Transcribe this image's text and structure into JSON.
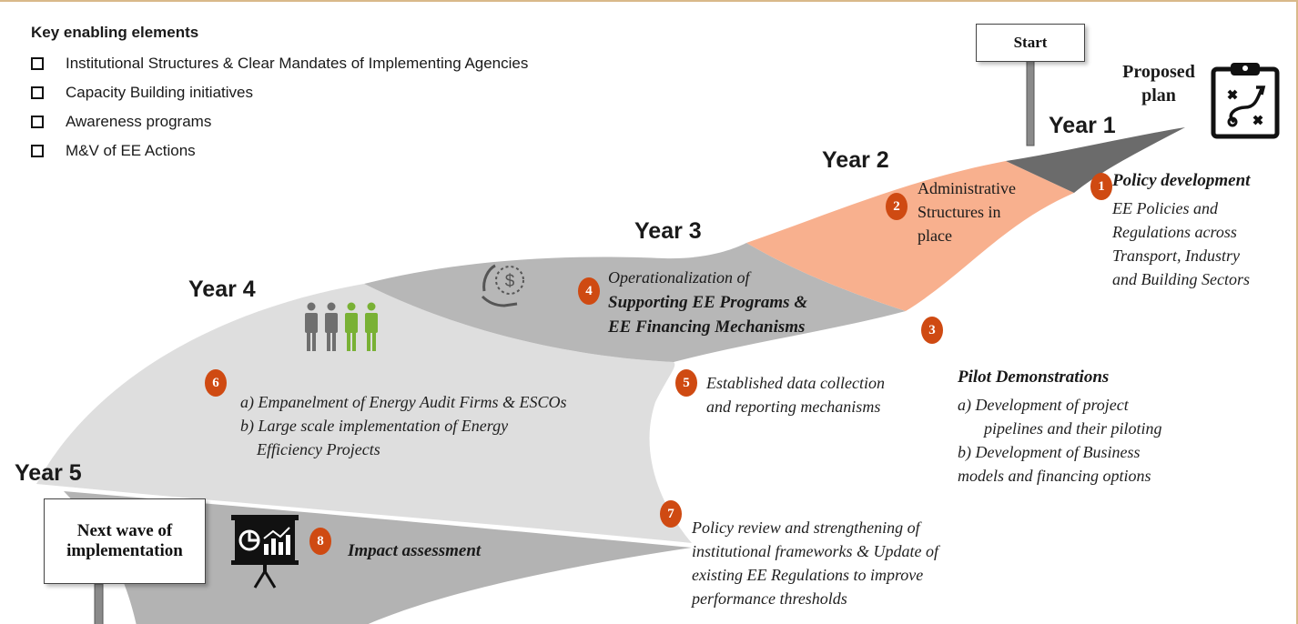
{
  "key_elements": {
    "title": "Key enabling elements",
    "items": [
      "Institutional Structures & Clear Mandates of Implementing Agencies",
      "Capacity Building initiatives",
      "Awareness programs",
      "M&V of EE Actions"
    ]
  },
  "start_sign": "Start",
  "proposed_plan": {
    "line1": "Proposed",
    "line2": "plan"
  },
  "years": {
    "y1": "Year 1",
    "y2": "Year 2",
    "y3": "Year 3",
    "y4": "Year 4",
    "y5": "Year 5"
  },
  "steps": {
    "s1": {
      "num": "1",
      "title": "Policy development",
      "lines": [
        "EE Policies and",
        "Regulations across",
        "Transport, Industry",
        "and Building Sectors"
      ]
    },
    "s2": {
      "num": "2",
      "lines": [
        "Administrative",
        "Structures in",
        "place"
      ]
    },
    "s3": {
      "num": "3",
      "title": "Pilot Demonstrations",
      "lines": [
        "a)  Development of project",
        "pipelines and their piloting",
        "b) Development of Business",
        "models and financing options"
      ]
    },
    "s4": {
      "num": "4",
      "line1": "Operationalization of",
      "line2": "Supporting EE Programs &",
      "line3": "EE Financing Mechanisms"
    },
    "s5": {
      "num": "5",
      "lines": [
        "Established data collection",
        "and reporting mechanisms"
      ]
    },
    "s6": {
      "num": "6",
      "lines": [
        "a) Empanelment of Energy Audit Firms & ESCOs",
        "b) Large scale implementation of Energy",
        "Efficiency Projects"
      ]
    },
    "s7": {
      "num": "7",
      "lines": [
        "Policy review and strengthening of",
        "institutional frameworks & Update of",
        "existing EE Regulations to improve",
        "performance thresholds"
      ]
    },
    "s8": {
      "num": "8",
      "title": "Impact assessment"
    }
  },
  "next_wave_sign": {
    "line1": "Next wave of",
    "line2": "implementation"
  },
  "colors": {
    "year1_band": "#6b6b6b",
    "year2_band": "#f8b08e",
    "year3_band": "#b7b7b7",
    "year4_band": "#dedede",
    "year5_band": "#b3b3b3",
    "badge": "#cf4a12",
    "people_grey": "#6f6f6f",
    "people_green": "#79b135"
  },
  "icons": [
    "clipboard-plan-icon",
    "finance-hand-coin-icon",
    "people-group-icon",
    "presentation-board-icon"
  ]
}
